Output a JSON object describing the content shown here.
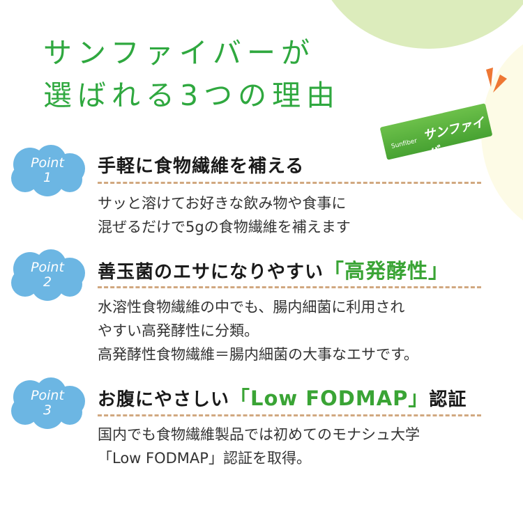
{
  "title": {
    "line1": "サンファイバーが",
    "line2": "選ばれる3つの理由"
  },
  "product": {
    "name": "サンファイバー",
    "brand": "Sunfiber"
  },
  "colors": {
    "title": "#2fa83f",
    "highlight": "#3aa435",
    "badge": "#6cb6e3",
    "dash": "#d1a880",
    "accent": "#ee7733"
  },
  "points": [
    {
      "badge": "Point",
      "num": "1",
      "heading": "手軽に食物繊維を補える",
      "highlight": "",
      "heading_after": "",
      "body": [
        "サッと溶けてお好きな飲み物や食事に",
        "混ぜるだけで5gの食物繊維を補えます"
      ]
    },
    {
      "badge": "Point",
      "num": "2",
      "heading": "善玉菌のエサになりやすい",
      "highlight": "「高発酵性」",
      "heading_after": "",
      "body": [
        "水溶性食物繊維の中でも、腸内細菌に利用され",
        "やすい高発酵性に分類。",
        "高発酵性食物繊維＝腸内細菌の大事なエサです。"
      ]
    },
    {
      "badge": "Point",
      "num": "3",
      "heading": "お腹にやさしい",
      "highlight": "「Low FODMAP」",
      "heading_after": "認証",
      "body": [
        "国内でも食物繊維製品では初めてのモナシュ大学",
        "「Low FODMAP」認証を取得。"
      ]
    }
  ]
}
